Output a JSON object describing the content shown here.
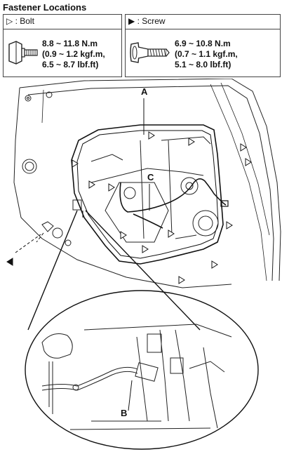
{
  "title": "Fastener Locations",
  "bolt": {
    "legend": "▷ : Bolt",
    "spec_line1": "8.8 ~ 11.8 N.m",
    "spec_line2": "(0.9 ~ 1.2 kgf.m,",
    "spec_line3": "6.5 ~ 8.7 lbf.ft)"
  },
  "screw": {
    "legend": "▶ : Screw",
    "spec_line1": "6.9 ~ 10.8 N.m",
    "spec_line2": "(0.7 ~ 1.1 kgf.m,",
    "spec_line3": "5.1 ~ 8.0 lbf.ft)"
  },
  "callouts": {
    "a": "A",
    "b": "B",
    "c": "C"
  }
}
